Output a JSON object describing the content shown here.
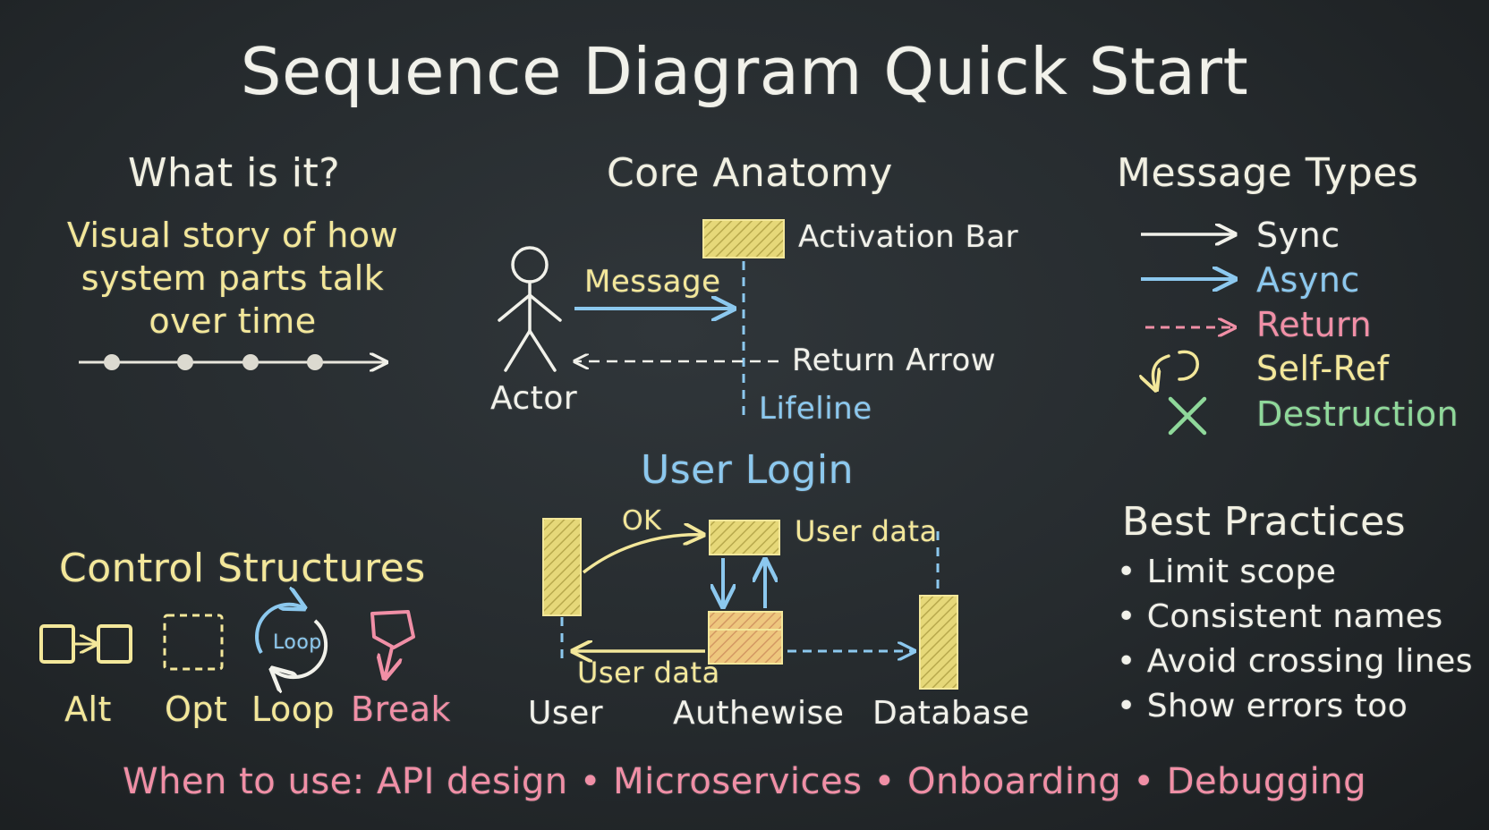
{
  "title": "Sequence Diagram Quick Start",
  "what_is_it": {
    "heading": "What is it?",
    "lines": [
      "Visual story of how",
      "system parts talk",
      "over time"
    ]
  },
  "core_anatomy": {
    "heading": "Core Anatomy",
    "activation_bar": "Activation Bar",
    "message": "Message",
    "return_arrow": "Return Arrow",
    "actor": "Actor",
    "lifeline": "Lifeline"
  },
  "message_types": {
    "heading": "Message Types",
    "items": [
      {
        "label": "Sync",
        "color": "#f1f1ea",
        "icon": "solid-arrow-icon"
      },
      {
        "label": "Async",
        "color": "#8cc8ee",
        "icon": "blue-arrow-icon"
      },
      {
        "label": "Return",
        "color": "#f08fa6",
        "icon": "dashed-arrow-icon"
      },
      {
        "label": "Self-Ref",
        "color": "#f3e79a",
        "icon": "self-ref-icon"
      },
      {
        "label": "Destruction",
        "color": "#8fd89a",
        "icon": "x-icon"
      }
    ]
  },
  "user_login": {
    "heading": "User Login",
    "ok": "OK",
    "user_data_top": "User data",
    "user_data_bottom": "User data",
    "participants": [
      "User",
      "Authewise",
      "Database"
    ]
  },
  "control_structures": {
    "heading": "Control Structures",
    "items": [
      "Alt",
      "Opt",
      "Loop",
      "Break"
    ],
    "loop_icon_text": "Loop"
  },
  "best_practices": {
    "heading": "Best Practices",
    "items": [
      "Limit scope",
      "Consistent names",
      "Avoid crossing lines",
      "Show errors too"
    ]
  },
  "when_to_use": "When to use: API design • Microservices • Onboarding • Debugging",
  "colors": {
    "chalk_white": "#f1f1ea",
    "chalk_yellow": "#f3e79a",
    "chalk_blue": "#8cc8ee",
    "chalk_pink": "#f08fa6",
    "chalk_green": "#8fd89a",
    "board": "#2a2f32"
  }
}
